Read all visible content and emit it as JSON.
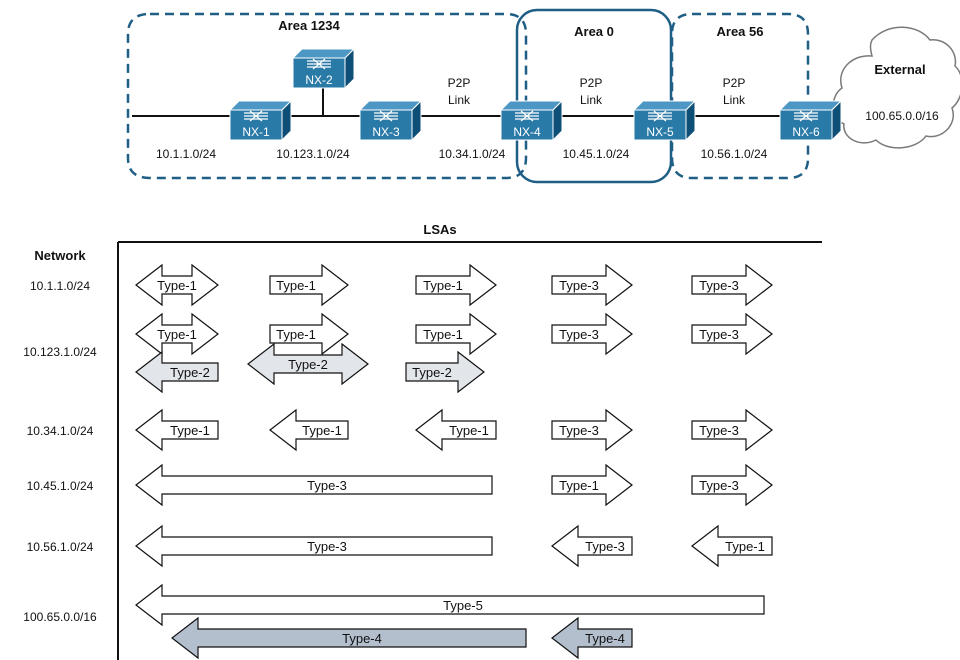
{
  "topology": {
    "areas": [
      {
        "id": "area-1234",
        "label": "Area 1234"
      },
      {
        "id": "area-0",
        "label": "Area 0"
      },
      {
        "id": "area-56",
        "label": "Area 56"
      }
    ],
    "external": {
      "label": "External",
      "subnet": "100.65.0.0/16"
    },
    "routers": [
      {
        "id": "nx1",
        "label": "NX-1"
      },
      {
        "id": "nx2",
        "label": "NX-2"
      },
      {
        "id": "nx3",
        "label": "NX-3"
      },
      {
        "id": "nx4",
        "label": "NX-4"
      },
      {
        "id": "nx5",
        "label": "NX-5"
      },
      {
        "id": "nx6",
        "label": "NX-6"
      }
    ],
    "subnet_labels": [
      "10.1.1.0/24",
      "10.123.1.0/24",
      "10.34.1.0/24",
      "10.45.1.0/24",
      "10.56.1.0/24"
    ],
    "p2p_links": [
      {
        "line1": "P2P",
        "line2": "Link"
      },
      {
        "line1": "P2P",
        "line2": "Link"
      },
      {
        "line1": "P2P",
        "line2": "Link"
      }
    ]
  },
  "lsa_table": {
    "title": "LSAs",
    "network_header": "Network",
    "networks": [
      "10.1.1.0/24",
      "10.123.1.0/24",
      "10.34.1.0/24",
      "10.45.1.0/24",
      "10.56.1.0/24",
      "100.65.0.0/16"
    ],
    "arrows": [
      {
        "net": "10.1.1.0/24",
        "label": "Type-1",
        "dir": "both",
        "shade": "white"
      },
      {
        "net": "10.1.1.0/24",
        "label": "Type-1",
        "dir": "right",
        "shade": "white"
      },
      {
        "net": "10.1.1.0/24",
        "label": "Type-1",
        "dir": "right",
        "shade": "white"
      },
      {
        "net": "10.1.1.0/24",
        "label": "Type-3",
        "dir": "right",
        "shade": "white"
      },
      {
        "net": "10.1.1.0/24",
        "label": "Type-3",
        "dir": "right",
        "shade": "white"
      },
      {
        "net": "10.123.1.0/24",
        "label": "Type-1",
        "dir": "both",
        "shade": "white"
      },
      {
        "net": "10.123.1.0/24",
        "label": "Type-1",
        "dir": "right",
        "shade": "white"
      },
      {
        "net": "10.123.1.0/24",
        "label": "Type-1",
        "dir": "right",
        "shade": "white"
      },
      {
        "net": "10.123.1.0/24",
        "label": "Type-3",
        "dir": "right",
        "shade": "white"
      },
      {
        "net": "10.123.1.0/24",
        "label": "Type-3",
        "dir": "right",
        "shade": "white"
      },
      {
        "net": "10.123.1.0/24",
        "label": "Type-2",
        "dir": "left",
        "shade": "light"
      },
      {
        "net": "10.123.1.0/24",
        "label": "Type-2",
        "dir": "both",
        "shade": "light"
      },
      {
        "net": "10.123.1.0/24",
        "label": "Type-2",
        "dir": "right",
        "shade": "light"
      },
      {
        "net": "10.34.1.0/24",
        "label": "Type-1",
        "dir": "left",
        "shade": "white"
      },
      {
        "net": "10.34.1.0/24",
        "label": "Type-1",
        "dir": "left",
        "shade": "white"
      },
      {
        "net": "10.34.1.0/24",
        "label": "Type-1",
        "dir": "left",
        "shade": "white"
      },
      {
        "net": "10.34.1.0/24",
        "label": "Type-3",
        "dir": "right",
        "shade": "white"
      },
      {
        "net": "10.34.1.0/24",
        "label": "Type-3",
        "dir": "right",
        "shade": "white"
      },
      {
        "net": "10.45.1.0/24",
        "label": "Type-3",
        "dir": "left",
        "shade": "white"
      },
      {
        "net": "10.45.1.0/24",
        "label": "Type-1",
        "dir": "right",
        "shade": "white"
      },
      {
        "net": "10.45.1.0/24",
        "label": "Type-3",
        "dir": "right",
        "shade": "white"
      },
      {
        "net": "10.56.1.0/24",
        "label": "Type-3",
        "dir": "left",
        "shade": "white"
      },
      {
        "net": "10.56.1.0/24",
        "label": "Type-3",
        "dir": "left",
        "shade": "white"
      },
      {
        "net": "10.56.1.0/24",
        "label": "Type-1",
        "dir": "left",
        "shade": "white"
      },
      {
        "net": "100.65.0.0/16",
        "label": "Type-5",
        "dir": "left",
        "shade": "white"
      },
      {
        "net": "100.65.0.0/16",
        "label": "Type-4",
        "dir": "left",
        "shade": "dark"
      },
      {
        "net": "100.65.0.0/16",
        "label": "Type-4",
        "dir": "left",
        "shade": "dark"
      }
    ]
  },
  "colors": {
    "router_body": "#2a7aa8",
    "router_dark": "#0e4f78",
    "area_border": "#1f5f86",
    "type2_fill": "#e2e5ea",
    "type4_fill": "#b4bfce"
  }
}
